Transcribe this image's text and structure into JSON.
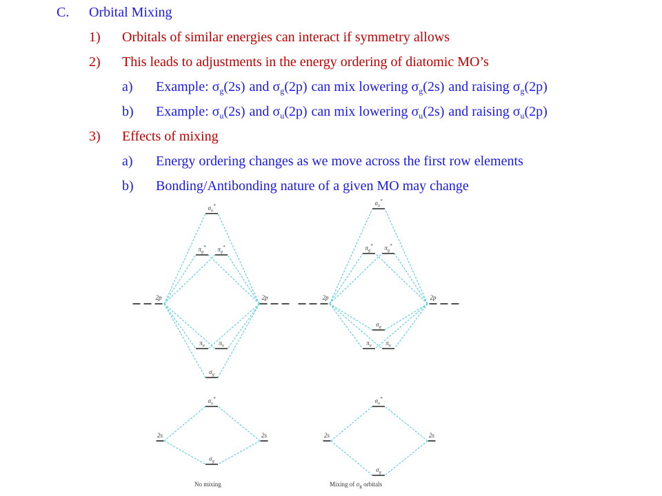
{
  "heading": {
    "number": "C.",
    "text": "Orbital Mixing"
  },
  "points": [
    {
      "number": "1)",
      "text": "Orbitals of similar energies can interact if symmetry allows"
    },
    {
      "number": "2)",
      "text": "This leads to adjustments in the energy ordering of diatomic MO’s"
    },
    {
      "number": "3)",
      "text": "Effects of mixing"
    }
  ],
  "examples": [
    {
      "number": "a)",
      "prefix": "Example: ",
      "sym": "σ",
      "sub": "g",
      "a": "(2s)",
      "and": "and ",
      "b": "(2p)",
      "mid": "can mix lowering ",
      "c": "(2s)",
      "raise": "and raising ",
      "d": "(2p)"
    },
    {
      "number": "b)",
      "prefix": "Example: ",
      "sym": "σ",
      "sub": "u",
      "a": "(2s)",
      "and": "and ",
      "b": "(2p)",
      "mid": "can mix lowering ",
      "c": "(2s)",
      "raise": "and raising ",
      "d": "(2p)"
    }
  ],
  "effects": [
    {
      "number": "a)",
      "text": "Energy ordering changes as we move across the first row elements"
    },
    {
      "number": "b)",
      "text": "Bonding/Antibonding nature of a given MO may change"
    }
  ],
  "diagram": {
    "left_caption": "No mixing",
    "right_caption_prefix": "Mixing of σ",
    "right_caption_sub": "g",
    "right_caption_suffix": " orbitals",
    "labels": {
      "p": "2p",
      "s": "2s",
      "sigma_u_star": "σ",
      "sigma_u_star_sub": "u",
      "star": "*",
      "pi_g_star": "π",
      "pi_g_sub": "g",
      "pi_u": "π",
      "pi_u_sub": "u",
      "sigma_g": "σ",
      "sigma_g_sub": "g"
    },
    "colors": {
      "line": "#222222",
      "dashed": "#40c8e0",
      "label": "#333333"
    }
  }
}
